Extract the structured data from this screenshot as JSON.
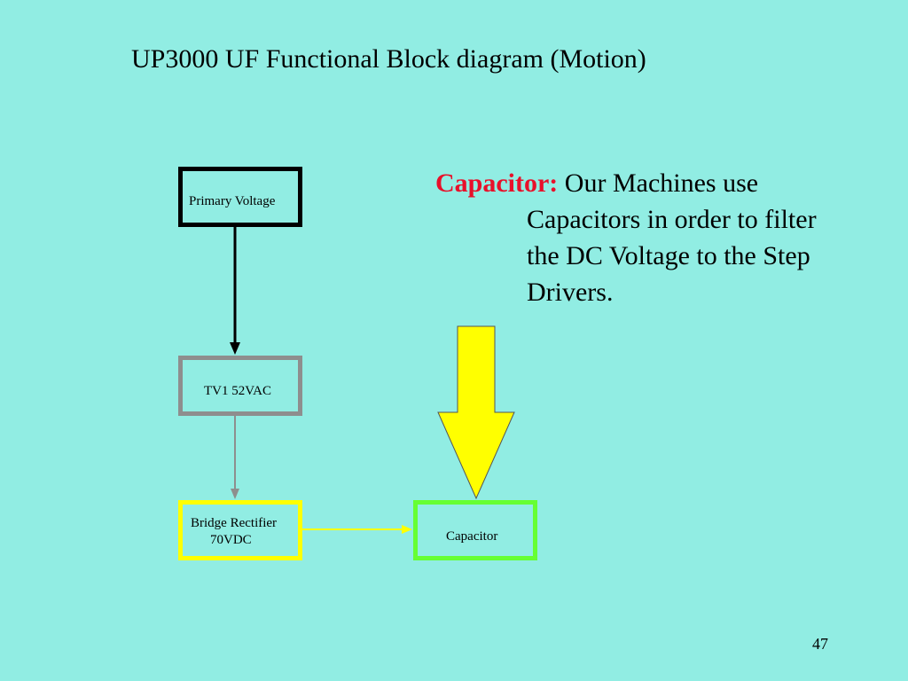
{
  "title": "UP3000 UF Functional Block diagram (Motion)",
  "blocks": {
    "primary": {
      "label": "Primary Voltage",
      "border_color": "#000000"
    },
    "tv1": {
      "label": "TV1  52VAC",
      "border_color": "#8e8e8e"
    },
    "bridge": {
      "line1": "Bridge Rectifier",
      "line2": "70VDC",
      "border_color": "#ffff00"
    },
    "capacitor": {
      "label": "Capacitor",
      "border_color": "#66ff33"
    }
  },
  "description": {
    "heading": "Capacitor:",
    "line1": "Our Machines use",
    "line2": "Capacitors in order to filter",
    "line3": "the DC Voltage to the Step",
    "line4": "Drivers."
  },
  "page_number": "47",
  "colors": {
    "background": "#91ede3",
    "heading": "#e8102a",
    "big_arrow_fill": "#ffff00"
  }
}
